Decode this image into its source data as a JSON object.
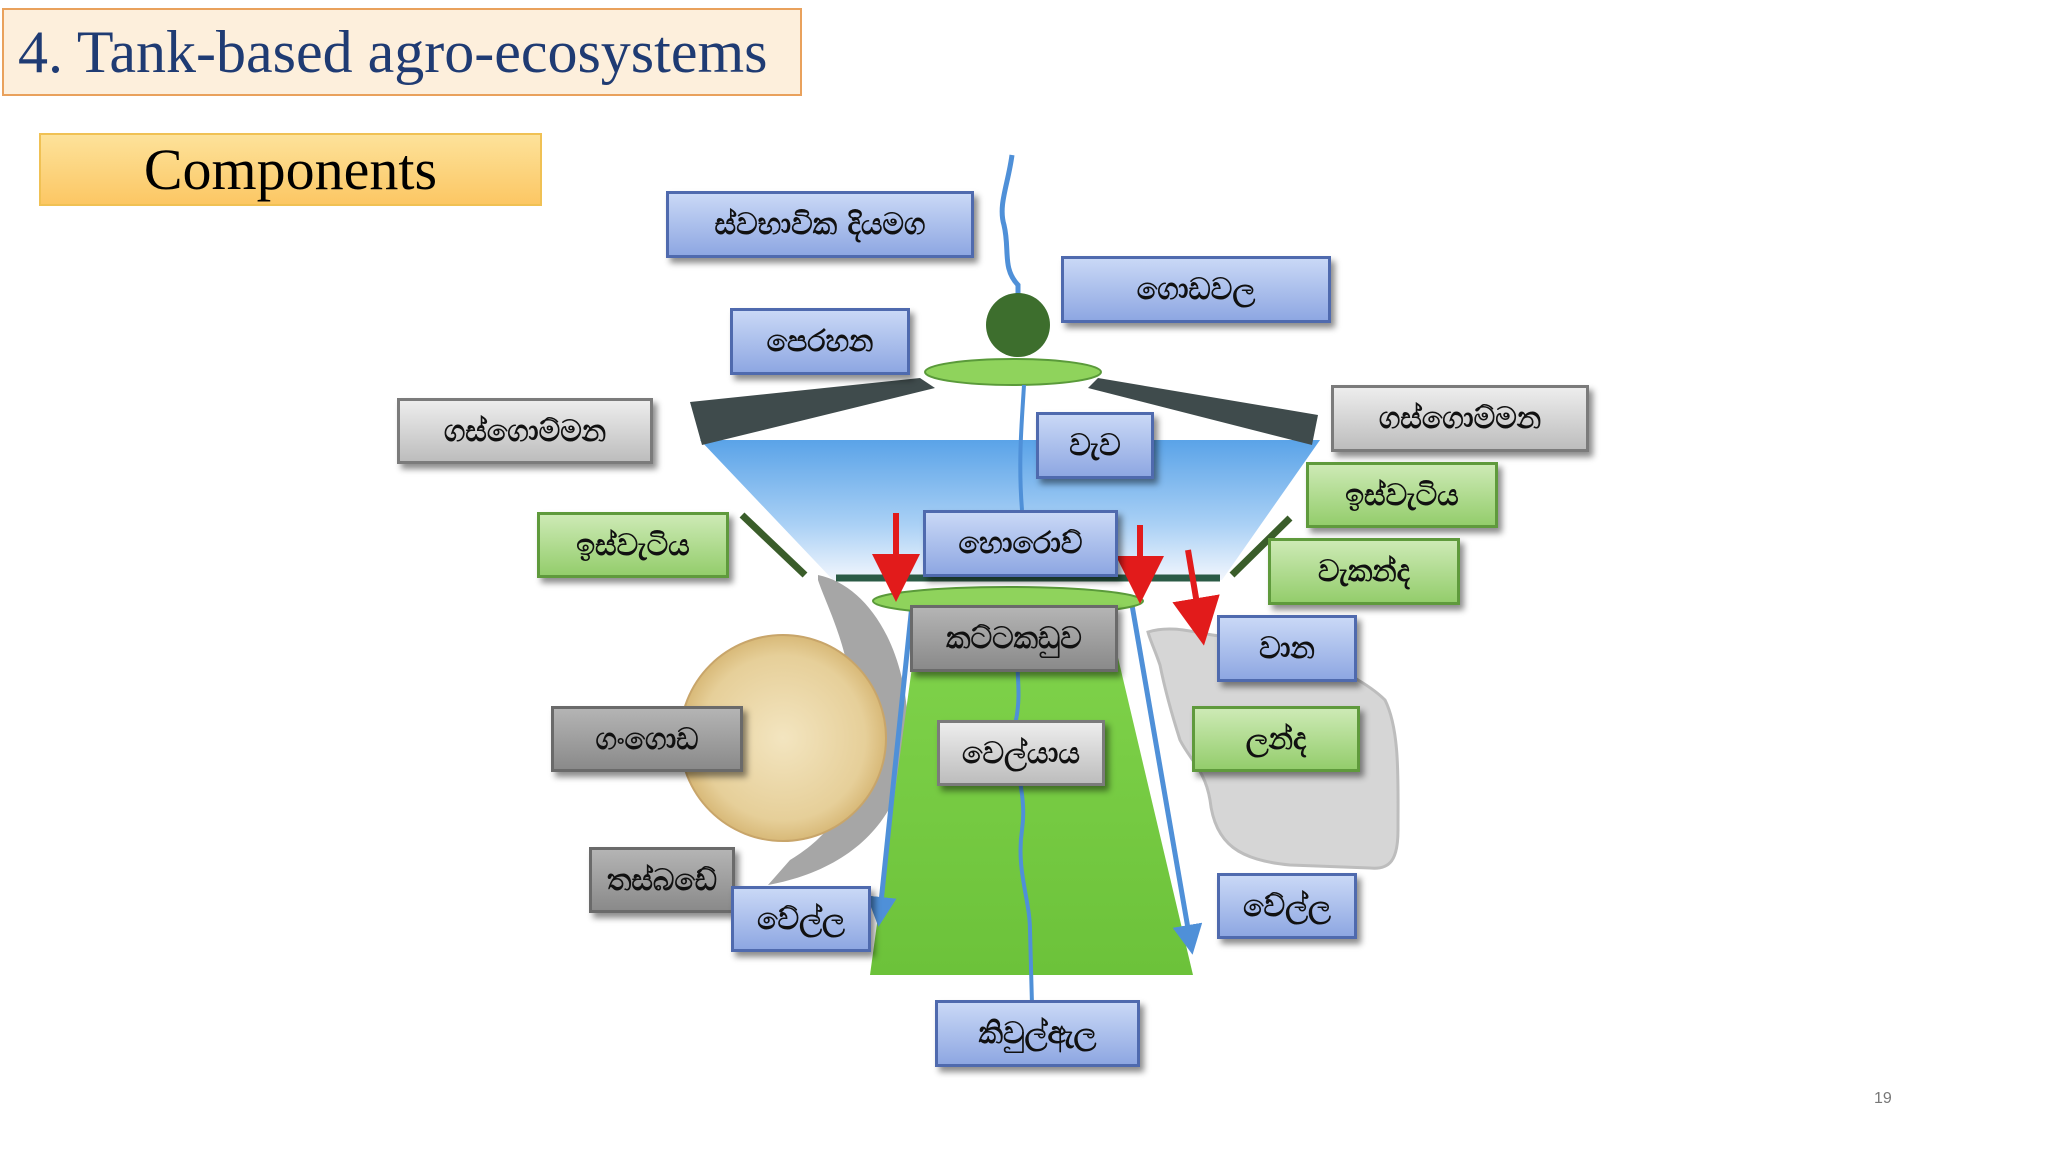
{
  "slide": {
    "title": "4. Tank-based agro-ecosystems",
    "subtitle": "Components",
    "page_number": "19"
  },
  "labels": {
    "natural_waterway": "ස්වභාවික දියමග",
    "upper_tanks": "ගොඩවල",
    "filter_zone": "පෙරහන",
    "tree_belt_left": "ගස්ගොම්මන",
    "tree_belt_right": "ගස්ගොම්මන",
    "tank": "වැව",
    "shrub_belt_left": "ඉස්වැටිය",
    "shrub_belt_right": "ඉස්වැටිය",
    "sluice": "හොරොව්",
    "tank_bund": "වැකන්ද",
    "bund_path": "කට්ටකඩුව",
    "spill": "වාන",
    "village": "ගංගොඩ",
    "homestead_plot": "ලන්ද",
    "paddy_field": "වෙල්යාය",
    "protected_tract": "තස්බඩේ",
    "canal_left": "වේල්ල",
    "canal_right": "වේල්ල",
    "drainage_outlet": "කිවුල්ඇල"
  }
}
